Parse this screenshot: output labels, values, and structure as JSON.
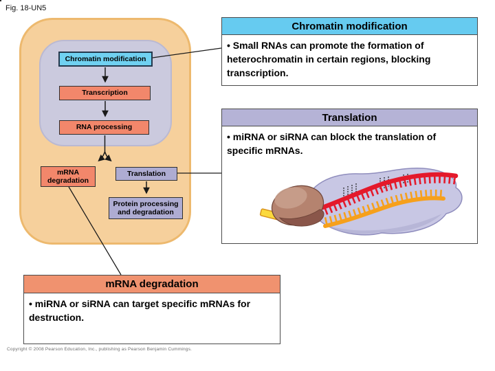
{
  "fig_label": "Fig. 18-UN5",
  "flowchart": {
    "chromatin": "Chromatin modification",
    "transcription": "Transcription",
    "rna_processing": "RNA processing",
    "mrna_degradation": "mRNA degradation",
    "translation": "Translation",
    "protein_processing": "Protein processing and degradation"
  },
  "callouts": {
    "chromatin_modification": {
      "title": "Chromatin modification",
      "body": "• Small RNAs can promote the formation of heterochromatin in certain regions, blocking transcription."
    },
    "translation": {
      "title": "Translation",
      "body": "• miRNA or siRNA can block the translation of specific mRNAs."
    },
    "mrna_degradation": {
      "title": "mRNA degradation",
      "body": "• miRNA or siRNA can target specific mRNAs for destruction."
    }
  },
  "illustration": {
    "name": "miRNA-protein complex blocking mRNA translation",
    "mrna_color": "#e4192b",
    "mirna_color": "#f6a01c",
    "complex_color": "#c8c7e4",
    "protein_color": "#b5836f"
  },
  "colors": {
    "cell_fill": "#f6d09c",
    "cell_border": "#edb96e",
    "nucleus_fill": "#cbcade",
    "chromatin_box": "#70d1f1",
    "salmon_box": "#f2876b",
    "purple_box": "#aeacd2",
    "header_cyan": "#66cbf0",
    "header_lavender": "#b5b3d6",
    "header_salmon": "#f0926f"
  },
  "copyright": "Copyright © 2008 Pearson Education, Inc., publishing as Pearson Benjamin Cummings."
}
